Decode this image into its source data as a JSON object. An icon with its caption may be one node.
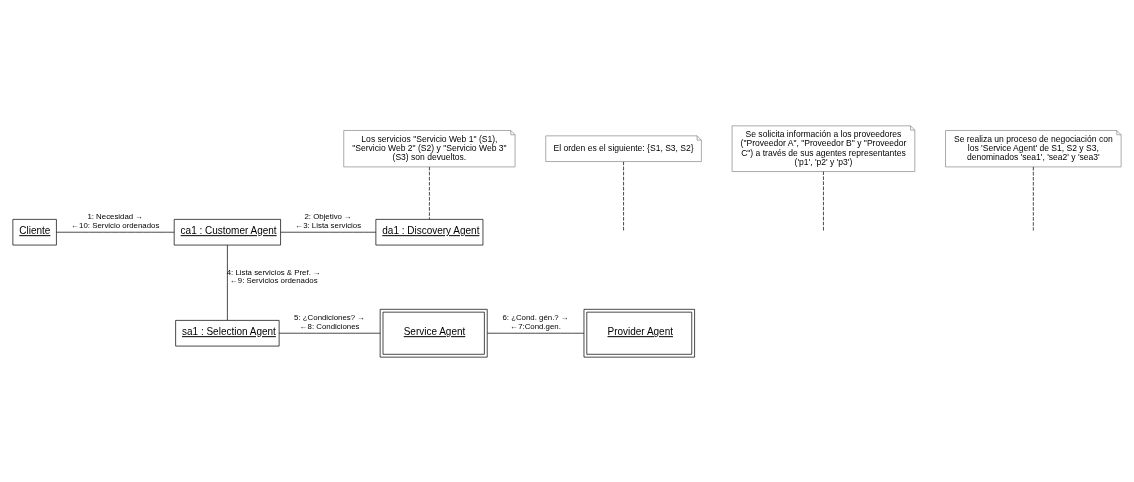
{
  "diagram": {
    "nodes": [
      {
        "text": [
          "Cliente"
        ]
      },
      {
        "text": [
          "ca1 : Customer Agent"
        ]
      },
      {
        "text": [
          "da1 : Discovery Agent"
        ]
      },
      {
        "text": [
          "Los servicios \"Servicio Web 1\" (S1), \"Servicio Web 2\" (S2) y \"Servicio Web 3\" (S3) son devueltos."
        ]
      },
      {
        "text": [
          "El orden es el siguiente: {S1, S3, S2}"
        ]
      },
      {
        "text": [
          "Se solicita información a los proveedores (\"Proveedor A\", \"Proveedor B\" y \"Proveedor C\") a través de sus agentes representantes ('p1', 'p2' y 'p3')"
        ]
      },
      {
        "text": [
          "sa1 : Selection Agent"
        ]
      },
      {
        "text": [
          "Service Agent"
        ]
      },
      {
        "text": [
          "Provider Agent"
        ]
      },
      {
        "text": [
          "Se realiza un proceso de negociación con los 'Service Agent' de S1, S2 y S3, denominados 'sea1', 'sea2' y 'sea3'"
        ]
      }
    ],
    "edges": [
      {
        "from": 0,
        "to": 1,
        "arrow": "none",
        "label": [
          "1: Necesidad →",
          "←10: Servicio ordenados"
        ]
      },
      {
        "from": 1,
        "to": 2,
        "arrow": "none",
        "label": [
          "2: Objetivo →",
          "←3: Lista servicios"
        ]
      },
      {
        "from": 3,
        "to": 2,
        "arrow": "none",
        "style": "dashed"
      },
      {
        "from": 1,
        "to": 6,
        "arrow": "none",
        "label": [
          "4: Lista servicios & Pref. →",
          "←9: Servicios ordenados"
        ]
      },
      {
        "from": 4,
        "to": null,
        "arrow": "none",
        "style": "dashed"
      },
      {
        "from": 6,
        "to": 7,
        "arrow": "none",
        "label": [
          "5: ¿Condiciones? →",
          "←8: Condiciones"
        ]
      },
      {
        "from": 5,
        "to": null,
        "arrow": "none",
        "style": "dashed"
      },
      {
        "from": 7,
        "to": 8,
        "arrow": "none",
        "label": [
          "6: ¿Cond. gén.? →",
          "←7:Cond.gen."
        ]
      },
      {
        "from": 9,
        "to": null,
        "arrow": "none",
        "style": "dashed"
      }
    ]
  }
}
